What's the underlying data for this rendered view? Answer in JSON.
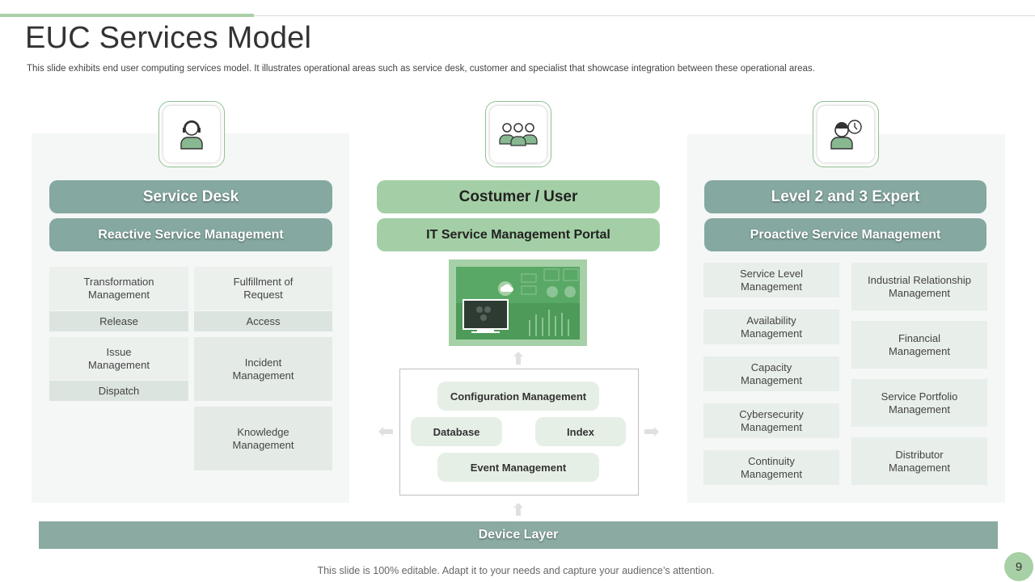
{
  "header": {
    "title": "EUC Services Model",
    "subtitle": "This slide exhibits end user computing services model. It illustrates operational areas such as service desk, customer and specialist that showcase integration between these operational areas."
  },
  "left": {
    "icon": "support-agent-icon",
    "heading": "Service Desk",
    "subheading": "Reactive Service Management",
    "col1": [
      {
        "label": "Transformation\nManagement",
        "sub": "Release"
      },
      {
        "label": "Issue\nManagement",
        "sub": "Dispatch"
      }
    ],
    "col2": [
      {
        "label": "Fulfillment of\nRequest",
        "sub": "Access"
      },
      {
        "label": "Incident\nManagement"
      },
      {
        "label": "Knowledge\nManagement"
      }
    ]
  },
  "center": {
    "icon": "user-group-icon",
    "heading": "Costumer / User",
    "subheading": "IT Service Management Portal",
    "image": "dashboard-monitor-icon",
    "boxes": {
      "config": "Configuration Management",
      "database": "Database",
      "index": "Index",
      "event": "Event Management"
    }
  },
  "right": {
    "icon": "expert-user-icon",
    "heading": "Level 2 and 3 Expert",
    "subheading": "Proactive Service Management",
    "col1": [
      "Service Level\nManagement",
      "Availability\nManagement",
      "Capacity\nManagement",
      "Cybersecurity\nManagement",
      "Continuity\nManagement"
    ],
    "col2": [
      "Industrial Relationship\nManagement",
      "Financial\nManagement",
      "Service Portfolio\nManagement",
      "Distributor\nManagement"
    ]
  },
  "device_layer": "Device Layer",
  "footer": "This slide is 100% editable. Adapt it to your needs and capture your audience’s attention.",
  "page_number": "9",
  "colors": {
    "accent_green": "#a4cfa6",
    "teal_gray": "#85a8a1",
    "panel_bg": "#f4f7f5"
  }
}
